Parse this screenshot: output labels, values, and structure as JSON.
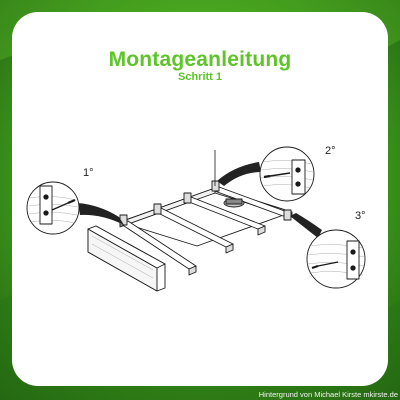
{
  "colors": {
    "accent": "#5ec42a",
    "background": "#2f7a18",
    "card": "#ffffff"
  },
  "header": {
    "title": "Montageanleitung",
    "subtitle": "Schritt 1"
  },
  "callouts": [
    {
      "label": "1°"
    },
    {
      "label": "2°"
    },
    {
      "label": "3°"
    }
  ],
  "footer": {
    "credit": "Hintergrund von Michael Kirste mkirste.de"
  }
}
